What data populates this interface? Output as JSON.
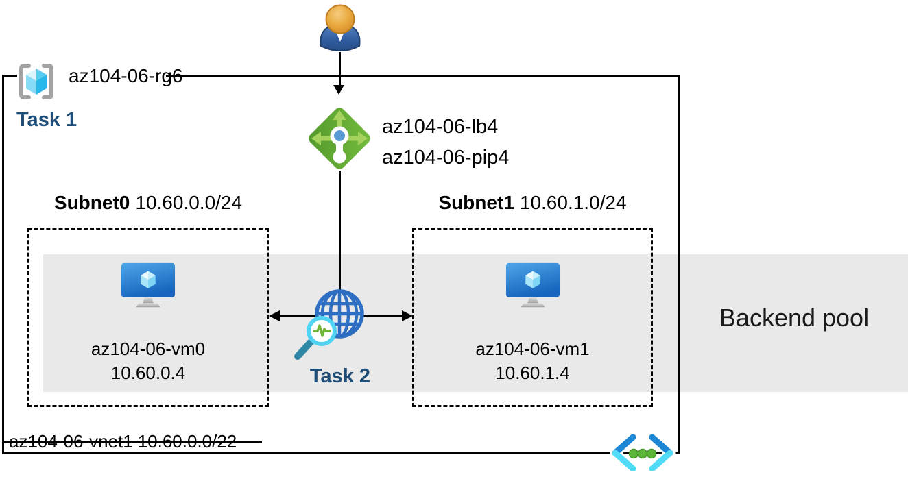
{
  "diagram": {
    "resource_group": {
      "name": "az104-06-rg6",
      "task_label": "Task 1"
    },
    "load_balancer": {
      "name": "az104-06-lb4",
      "public_ip_name": "az104-06-pip4"
    },
    "subnets": [
      {
        "name": "Subnet0",
        "cidr": "10.60.0.0/24",
        "vm_name": "az104-06-vm0",
        "vm_ip": "10.60.0.4"
      },
      {
        "name": "Subnet1",
        "cidr": "10.60.1.0/24",
        "vm_name": "az104-06-vm1",
        "vm_ip": "10.60.1.4"
      }
    ],
    "backend_pool_label": "Backend pool",
    "monitor_task_label": "Task 2",
    "vnet": {
      "name": "az104-06-vnet1",
      "cidr": "10.60.0.0/22"
    },
    "icons": {
      "user": "person-icon",
      "resource_group": "resource-group-brackets-cube-icon",
      "load_balancer": "load-balancer-diamond-icon",
      "virtual_machine": "vm-monitor-cube-icon",
      "network_probe": "globe-with-pulse-magnifier-icon",
      "virtual_network": "vnet-angle-brackets-dots-icon"
    },
    "colors": {
      "task_label": "#1F4E79",
      "backend_band": "#E9E9E9",
      "lb_diamond_green": "#5EA434",
      "lb_arrow_green": "#A6D35D",
      "lb_dot_blue": "#5B9BD5",
      "rg_bracket_gray": "#A3A3A3",
      "azure_cube_cyan": "#2AB8EA",
      "vm_screen_blue_top": "#4AA0E8",
      "vm_screen_blue_bottom": "#1767C2",
      "globe_blue": "#2D6EC2",
      "magnifier_ring_cyan": "#4FD5F3",
      "pulse_green": "#6FB53C",
      "magnifier_handle_teal": "#2F87A6",
      "vnet_bracket_blue": "#1E87D5",
      "vnet_bracket_cyan": "#53DCF8",
      "vnet_dot_green": "#5CB637",
      "person_head_orange": "#E8A33D",
      "person_body_blue": "#3A6CB0",
      "line_black": "#000000"
    }
  }
}
